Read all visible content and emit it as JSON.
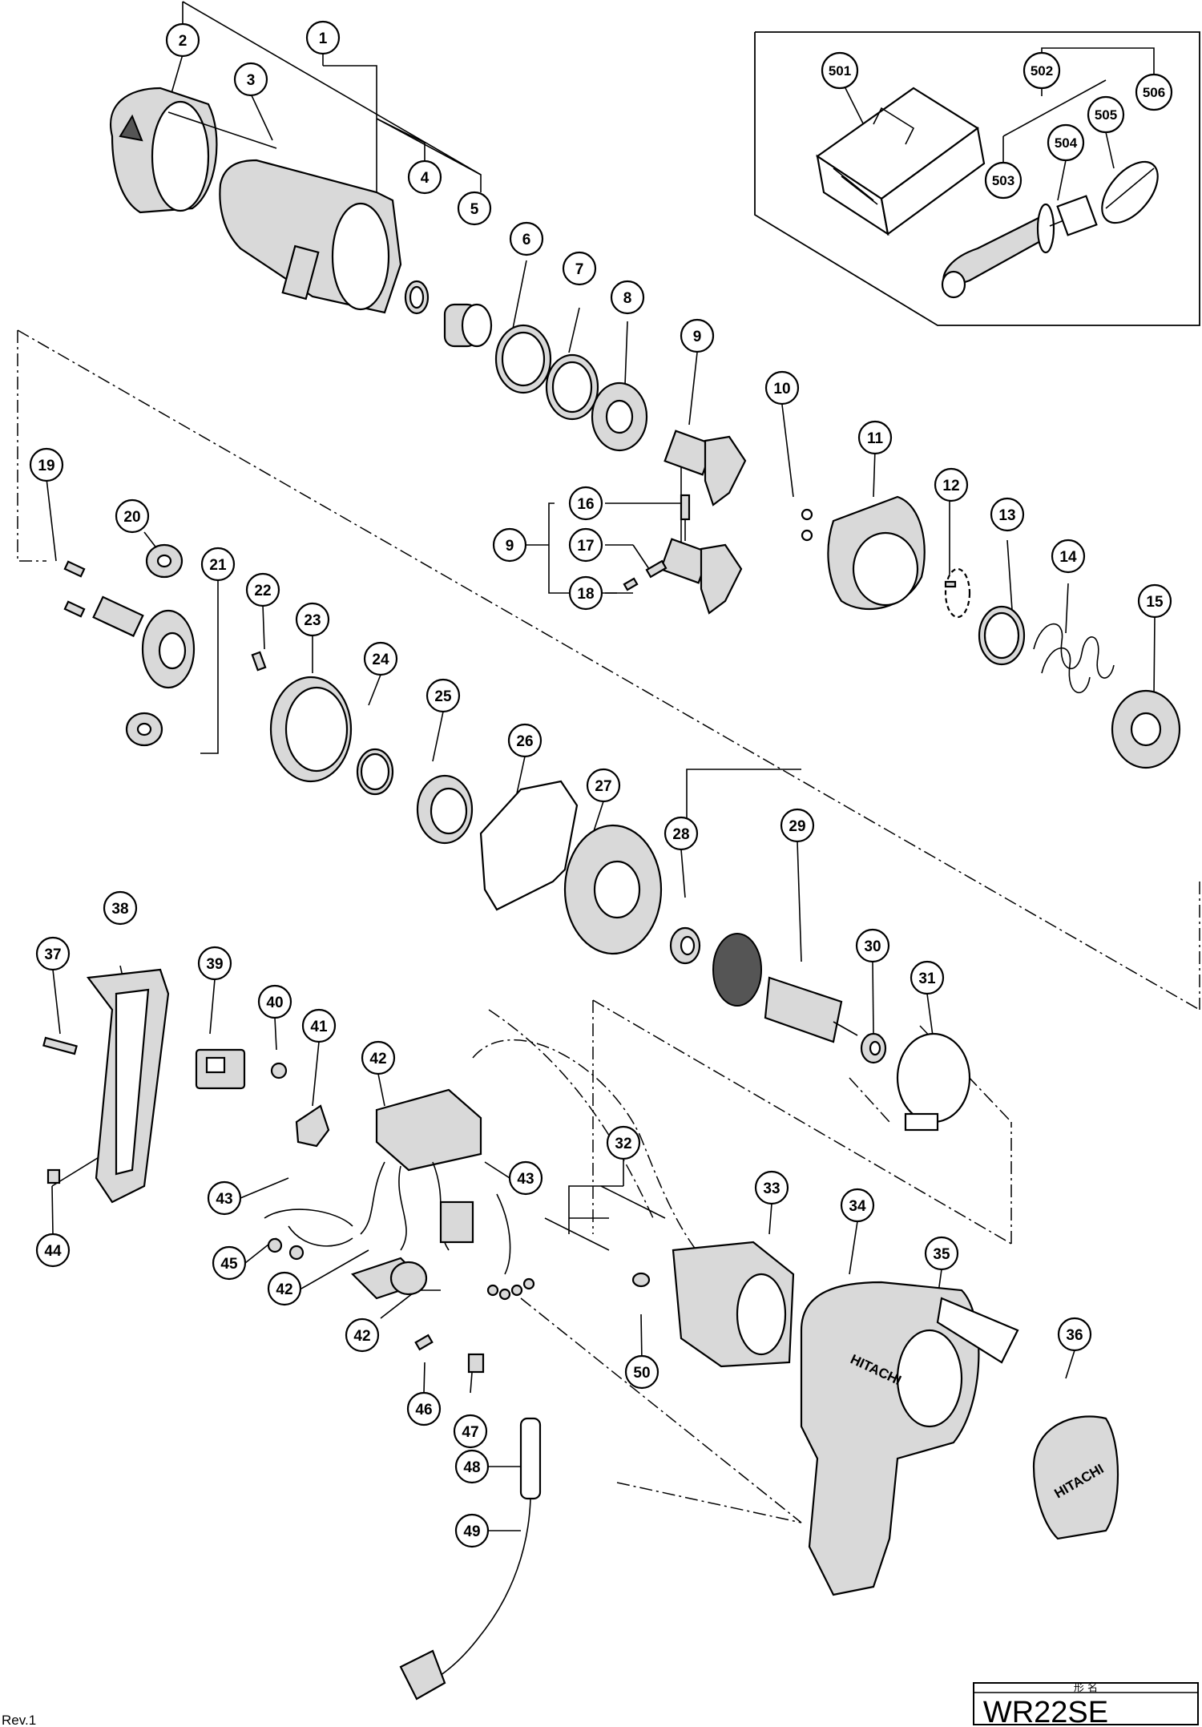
{
  "title_block": {
    "header": "形   名",
    "model": "WR22SE"
  },
  "revision": "Rev.1",
  "brand_marks": [
    "HITACHI",
    "HITACHI"
  ],
  "part_labels": {
    "p1": "1",
    "p2": "2",
    "p3": "3",
    "p4": "4",
    "p5": "5",
    "p6": "6",
    "p7": "7",
    "p8": "8",
    "p9a": "9",
    "p9b": "9",
    "p10": "10",
    "p11": "11",
    "p12": "12",
    "p13": "13",
    "p14": "14",
    "p15": "15",
    "p16": "16",
    "p17": "17",
    "p18": "18",
    "p19": "19",
    "p20": "20",
    "p21": "21",
    "p22": "22",
    "p23": "23",
    "p24": "24",
    "p25": "25",
    "p26": "26",
    "p27": "27",
    "p28": "28",
    "p29": "29",
    "p30": "30",
    "p31": "31",
    "p32": "32",
    "p33": "33",
    "p34": "34",
    "p35": "35",
    "p36": "36",
    "p37": "37",
    "p38": "38",
    "p39": "39",
    "p40": "40",
    "p41": "41",
    "p42a": "42",
    "p42b": "42",
    "p42c": "42",
    "p43a": "43",
    "p43b": "43",
    "p44": "44",
    "p45": "45",
    "p46": "46",
    "p47": "47",
    "p48": "48",
    "p49": "49",
    "p50": "50",
    "p501": "501",
    "p502": "502",
    "p503": "503",
    "p504": "504",
    "p505": "505",
    "p506": "506"
  }
}
